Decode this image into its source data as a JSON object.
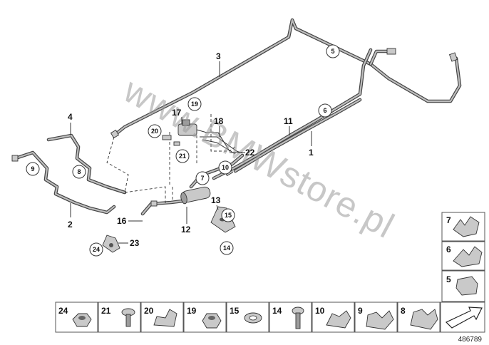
{
  "watermark": "www.BMWstore.pl",
  "reference_number": "486789",
  "callouts": {
    "c1": "1",
    "c2": "2",
    "c3": "3",
    "c4": "4",
    "c5": "5",
    "c6": "6",
    "c7": "7",
    "c8": "8",
    "c9": "9",
    "c10": "10",
    "c11": "11",
    "c12": "12",
    "c13": "13",
    "c14": "14",
    "c15": "15",
    "c16": "16",
    "c17": "17",
    "c18": "18",
    "c19": "19",
    "c20": "20",
    "c21": "21",
    "c22": "22",
    "c23": "23",
    "c24": "24"
  },
  "parts_table": {
    "bottom_row": [
      "24",
      "21",
      "20",
      "19",
      "15",
      "14",
      "10",
      "9",
      "8"
    ],
    "right_column": [
      "7",
      "6",
      "5"
    ],
    "arrow_cell_icon": "direction-arrow-icon"
  }
}
